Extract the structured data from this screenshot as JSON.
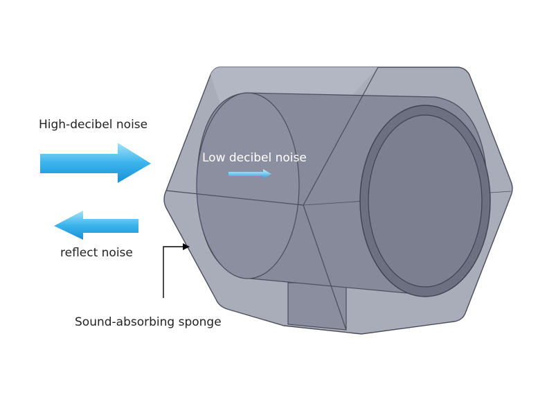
{
  "labels": {
    "high_decibel": "High-decibel noise",
    "low_decibel": "Low decibel noise",
    "reflect": "reflect noise",
    "sponge": "Sound-absorbing sponge"
  },
  "colors": {
    "body_fill": "#a9acb9",
    "body_stroke": "#4a4c5a",
    "cylinder_fill": "#868999",
    "face_fill": "#7b7e8e",
    "ring_fill": "#6b6e7e",
    "arrow_light": "#9fdcf6",
    "arrow_dark": "#1b9fe0",
    "text": "#222222"
  }
}
